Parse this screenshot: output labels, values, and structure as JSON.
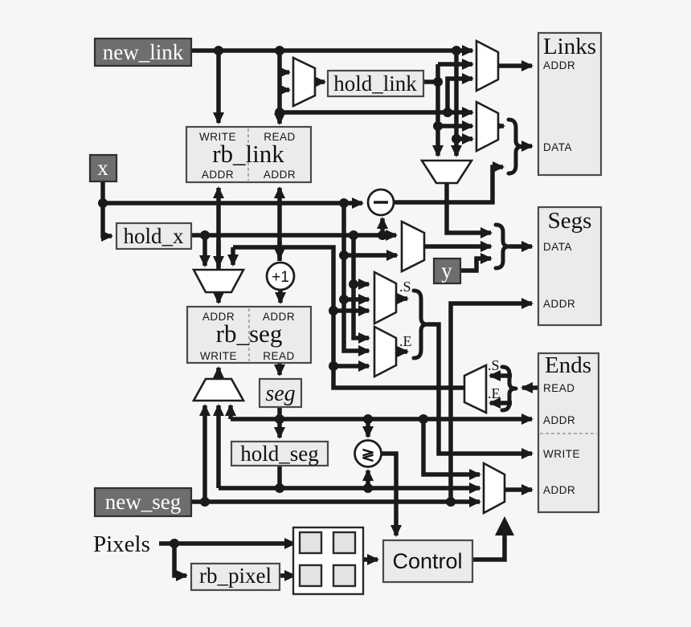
{
  "signals": {
    "new_link": "new_link",
    "x": "x",
    "y": "y",
    "new_seg": "new_seg",
    "pixels": "Pixels"
  },
  "registers": {
    "hold_link": "hold_link",
    "hold_x": "hold_x",
    "seg": "seg",
    "hold_seg": "hold_seg",
    "rb_pixel": "rb_pixel"
  },
  "ram": {
    "rb_link": {
      "title": "rb_link",
      "top_left": "WRITE",
      "top_right": "READ",
      "bottom_left": "ADDR",
      "bottom_right": "ADDR"
    },
    "rb_seg": {
      "title": "rb_seg",
      "top_left": "ADDR",
      "top_right": "ADDR",
      "bottom_left": "WRITE",
      "bottom_right": "READ"
    }
  },
  "memories": {
    "links": {
      "title": "Links",
      "addr": "ADDR",
      "data": "DATA"
    },
    "segs": {
      "title": "Segs",
      "data": "DATA",
      "addr": "ADDR"
    },
    "ends": {
      "title": "Ends",
      "read": "READ",
      "addr1": "ADDR",
      "write": "WRITE",
      "addr2": "ADDR"
    }
  },
  "nodes": {
    "increment": "+1",
    "compare": "≷",
    "control": "Control"
  },
  "fields": {
    "s": ".S",
    "e": ".E"
  },
  "colors": {
    "wire": "#1a1a1a",
    "box_fill": "#ebebeb",
    "dark_fill": "#6e6e6e",
    "background": "#f6f6f6"
  }
}
